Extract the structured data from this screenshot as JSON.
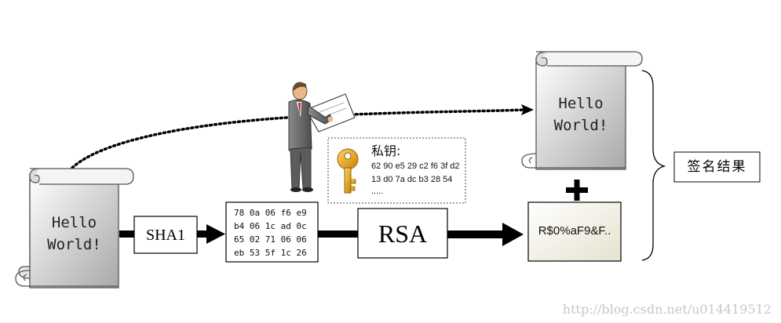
{
  "source_scroll": {
    "line1": "Hello",
    "line2": "World!"
  },
  "signed_scroll": {
    "line1": "Hello",
    "line2": "World!"
  },
  "sha1_box": {
    "label": "SHA1"
  },
  "digest_box": {
    "lines": [
      "78 0a 06 f6 e9",
      "b4 06 1c ad 0c",
      "65 02 71 06 06",
      "eb 53 5f 1c 26"
    ]
  },
  "private_key": {
    "title": "私钥:",
    "lines": [
      "62 90 e5 29 c2 f6 3f d2",
      "13 d0 7a dc b3 28 54",
      "....."
    ]
  },
  "rsa_box": {
    "label": "RSA"
  },
  "cipher_box": {
    "label": "R$0%aF9&F.."
  },
  "plus_sign": "+",
  "result_box": {
    "label": "签名结果"
  },
  "watermark": "http://blog.csdn.net/u014419512",
  "colors": {
    "arrow": "#000000",
    "scroll_light": "#ffffff",
    "scroll_dark": "#9a9a9a",
    "key": "#e3a21a",
    "suit": "#6f6f6f"
  }
}
